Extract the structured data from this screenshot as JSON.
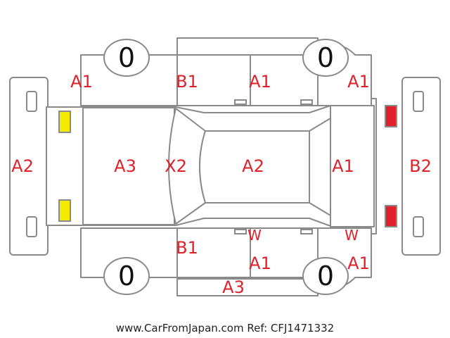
{
  "colors": {
    "outline": "#8a8a8a",
    "label": "#e0202a",
    "front_lamp": "#f2ea00",
    "rear_lamp": "#e0202a",
    "tire_number": "#111111"
  },
  "tires": {
    "front_left": "0",
    "rear_left": "0",
    "front_right": "0",
    "rear_right": "0"
  },
  "labels": {
    "front_bumper": "A2",
    "hood": "A3",
    "windshield": "X2",
    "roof": "A2",
    "trunk": "A1",
    "rear_bumper": "B2",
    "left_front_fender": "A1",
    "left_front_door": "B1",
    "left_rear_door": "A1",
    "left_rear_fender": "A1",
    "right_front_door": "B1",
    "right_rear_door_mark": "W",
    "right_rear_door": "A1",
    "right_rear_fender_mark": "W",
    "right_rear_fender": "A1",
    "right_sill": "A3"
  },
  "footer": "www.CarFromJapan.com Ref: CFJ1471332"
}
